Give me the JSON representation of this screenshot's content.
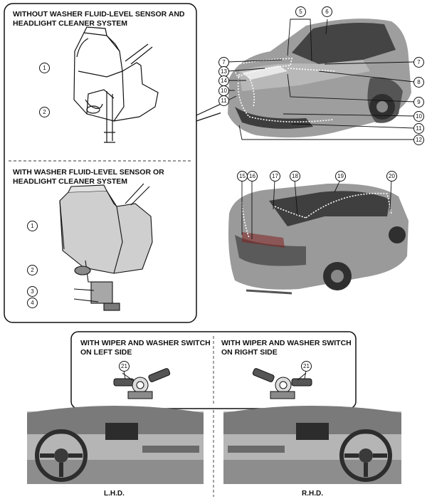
{
  "panels": {
    "washer_a_title_line1": "WITHOUT WASHER FLUID-LEVEL SENSOR AND",
    "washer_a_title_line2": "HEADLIGHT CLEANER SYSTEM",
    "washer_b_title_line1": "WITH WASHER FLUID-LEVEL SENSOR OR",
    "washer_b_title_line2": "HEADLIGHT CLEANER SYSTEM",
    "switch_left_title_line1": "WITH WIPER AND WASHER SWITCH",
    "switch_left_title_line2": "ON LEFT SIDE",
    "switch_right_title_line1": "WITH WIPER AND WASHER SWITCH",
    "switch_right_title_line2": "ON RIGHT SIDE"
  },
  "captions": {
    "lhd": "L.H.D.",
    "rhd": "R.H.D."
  },
  "callouts": {
    "c1a": "1",
    "c2a": "2",
    "c1b": "1",
    "c2b": "2",
    "c3": "3",
    "c4": "4",
    "c5": "5",
    "c6": "6",
    "c7l": "7",
    "c7r": "7",
    "c8": "8",
    "c9": "9",
    "c10l": "10",
    "c10r": "10",
    "c11l": "11",
    "c11r": "11",
    "c12": "12",
    "c13": "13",
    "c14": "14",
    "c15": "15",
    "c16": "16",
    "c17": "17",
    "c18": "18",
    "c19": "19",
    "c20": "20",
    "c21l": "21",
    "c21r": "21"
  },
  "colors": {
    "line": "#111111",
    "car_body": "#9a9a9a",
    "car_dark": "#5c5c5c",
    "glass": "#3e3e3e",
    "dash": "#6e6e6e"
  }
}
